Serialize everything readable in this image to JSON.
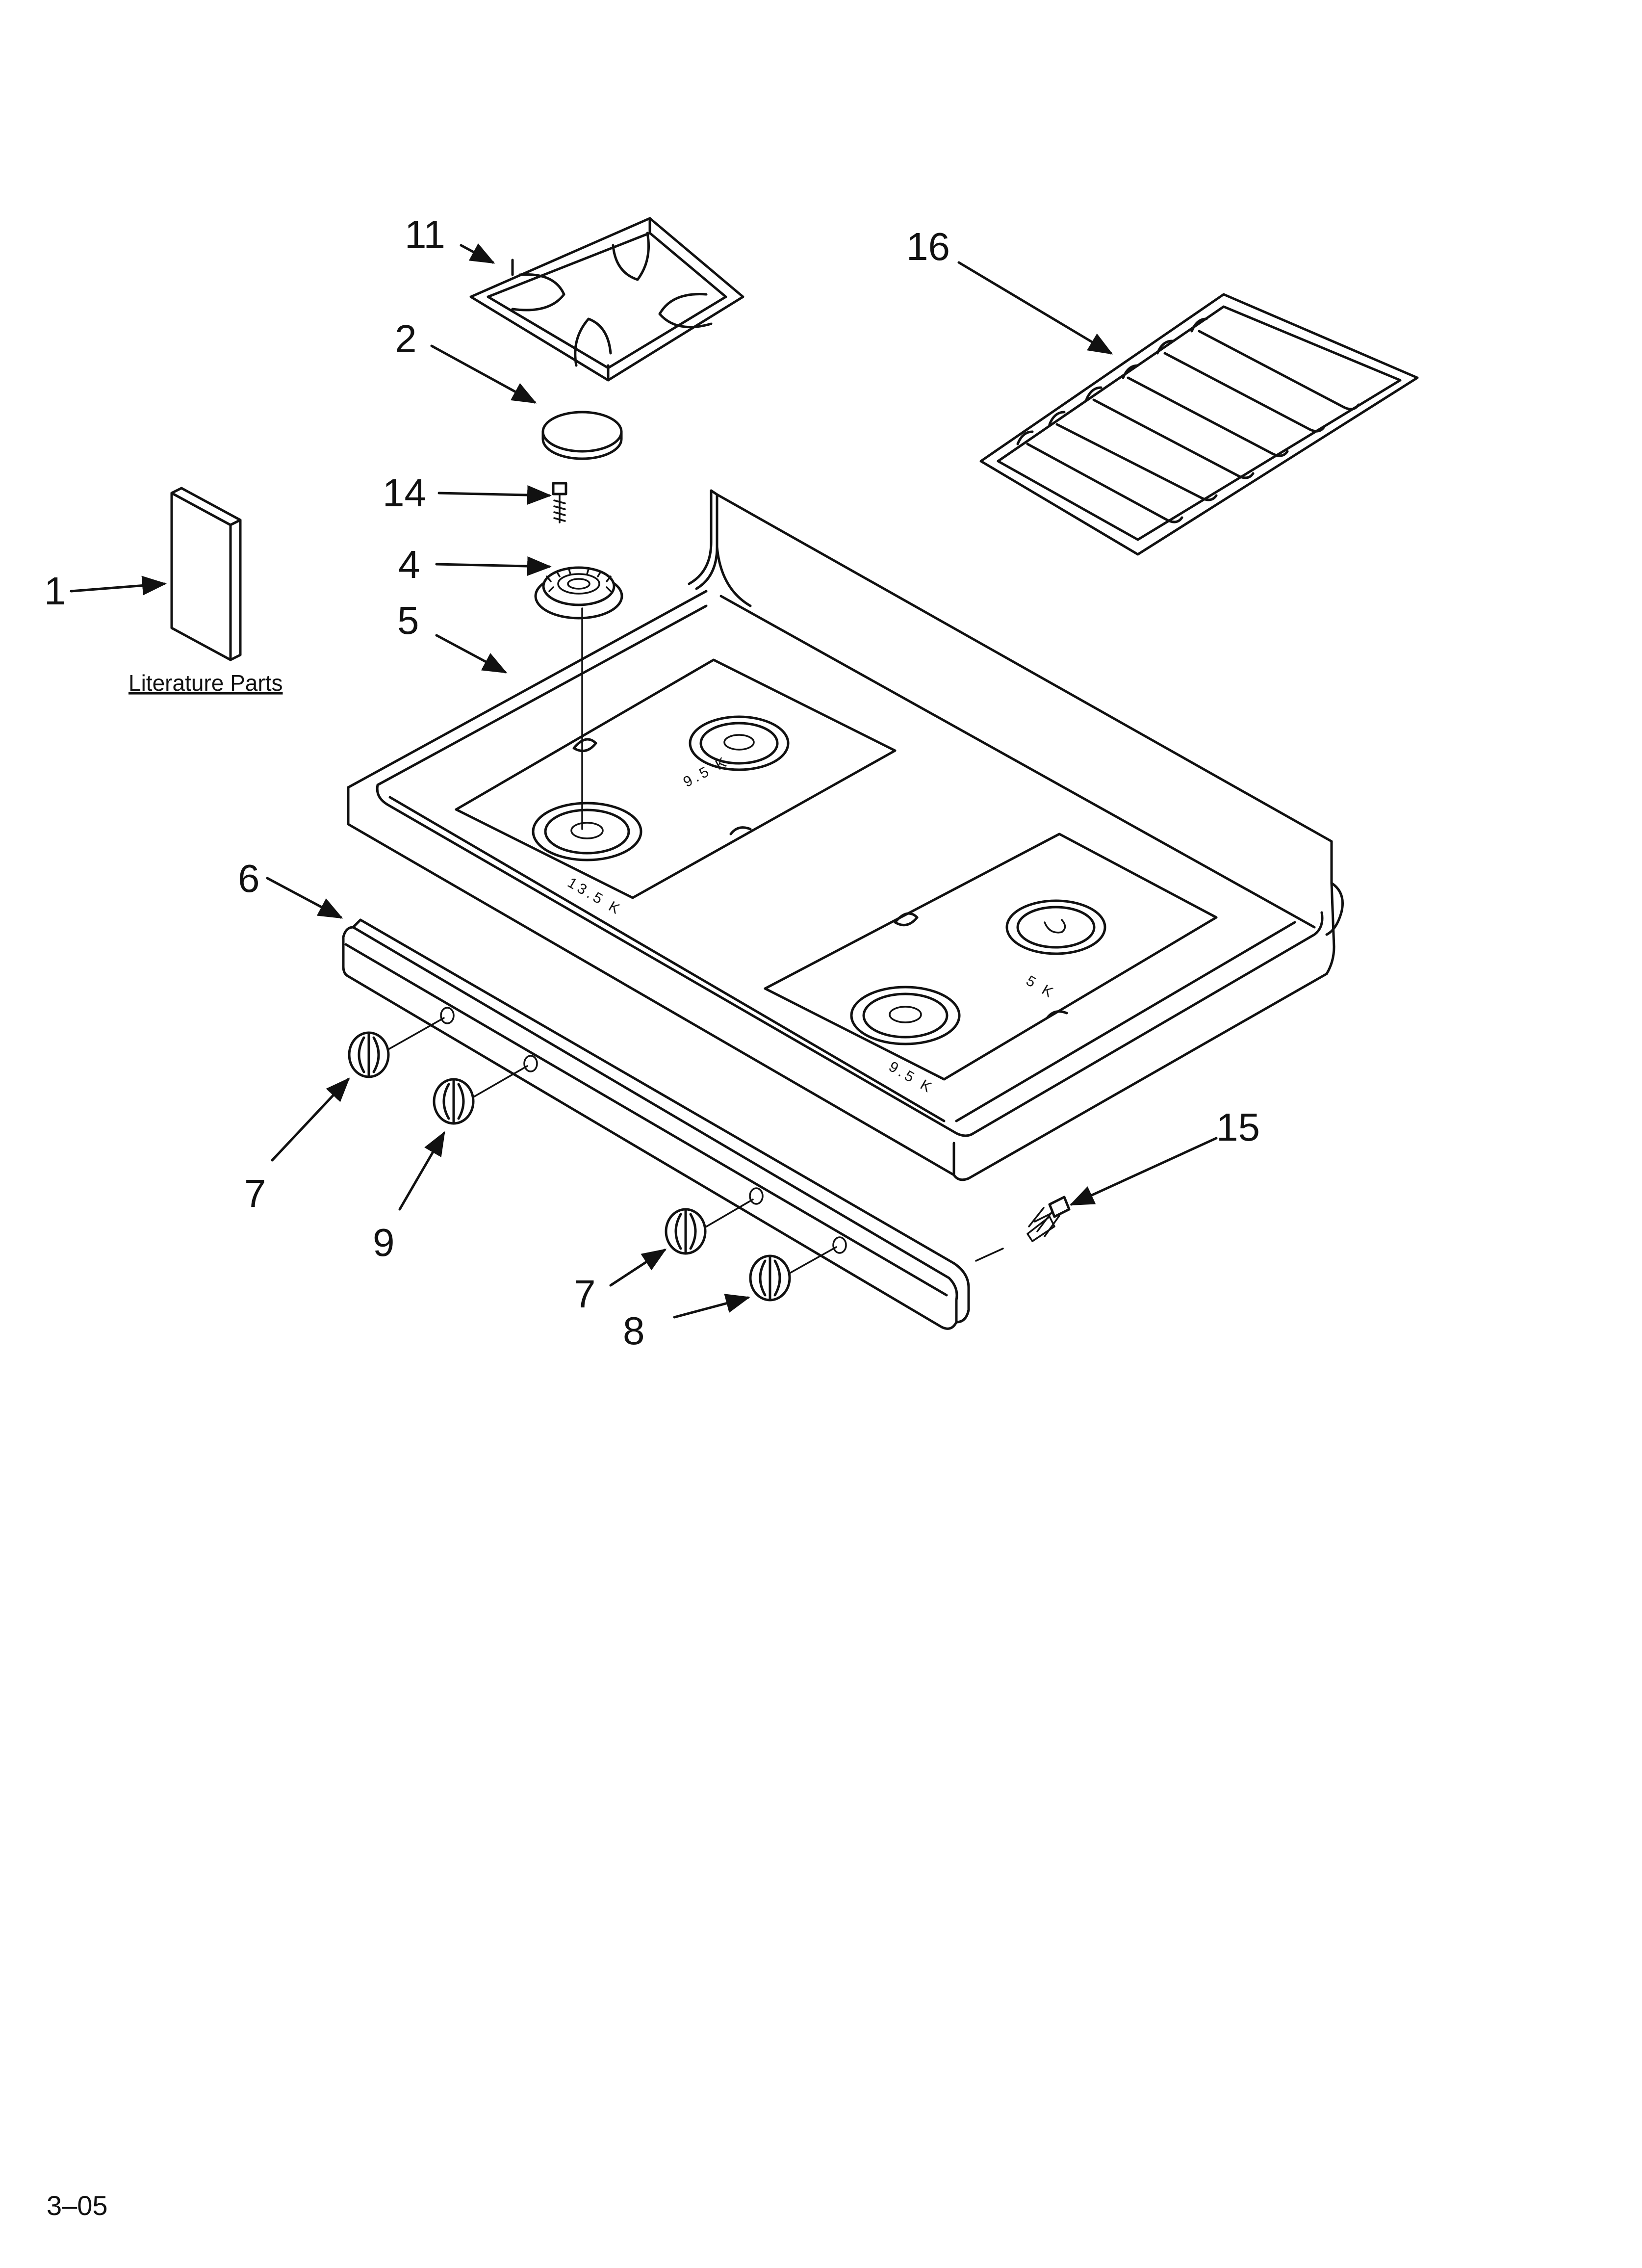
{
  "callouts": {
    "c1": "1",
    "c2": "2",
    "c4": "4",
    "c5": "5",
    "c6": "6",
    "c7a": "7",
    "c7b": "7",
    "c8": "8",
    "c9": "9",
    "c11": "11",
    "c14": "14",
    "c15": "15",
    "c16": "16"
  },
  "literature_label": "Literature Parts",
  "burner_ratings": {
    "left_front": "13.5 K",
    "left_rear": "9.5 K",
    "right_rear": "5 K",
    "right_front": "9.5 K"
  },
  "footer_code": "3–05"
}
